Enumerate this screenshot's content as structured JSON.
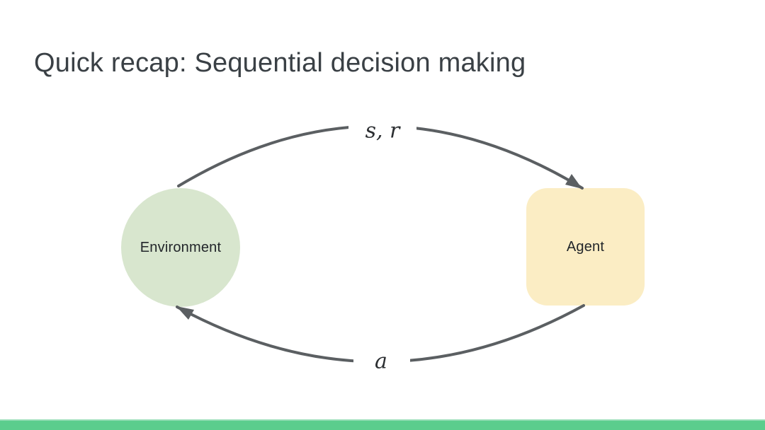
{
  "slide": {
    "title": "Quick recap: Sequential decision making",
    "diagram": {
      "environment_label": "Environment",
      "agent_label": "Agent",
      "top_arrow_label": "s, r",
      "bottom_arrow_label": "a"
    },
    "colors": {
      "accent_green": "#5bcd8d",
      "environment_fill": "#d8e6ce",
      "agent_fill": "#fbedc4",
      "arrow_gray": "#5b5f62",
      "title_text": "#3a4045"
    }
  }
}
